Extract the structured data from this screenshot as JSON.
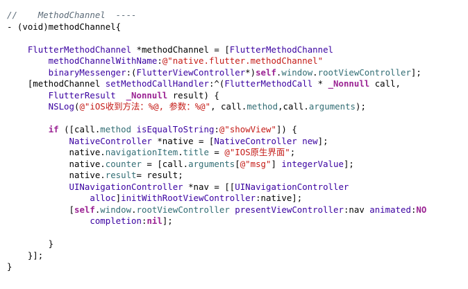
{
  "code": {
    "comment": "//    MethodChannel  ----",
    "method_decl": "- (void)methodChannel{",
    "lines": {
      "l3a": "    FlutterMethodChannel",
      "l3b": " *methodChannel = [",
      "l3c": "FlutterMethodChannel",
      "l4a": "        methodChannelWithName",
      "l4b": ":",
      "l4c": "@\"native.flutter.methodChannel\"",
      "l5a": "        binaryMessenger",
      "l5b": ":(",
      "l5c": "FlutterViewController",
      "l5d": "*)",
      "l5e": "self",
      "l5f": ".",
      "l5g": "window",
      "l5h": ".",
      "l5i": "rootViewController",
      "l5j": "];",
      "l6a": "    [methodChannel ",
      "l6b": "setMethodCallHandler",
      "l6c": ":^(",
      "l6d": "FlutterMethodCall",
      "l6e": " * ",
      "l6f": "_Nonnull",
      "l6g": " call,",
      "l7a": "        FlutterResult",
      "l7b": "  ",
      "l7c": "_Nonnull",
      "l7d": " result) {",
      "l8a": "        NSLog",
      "l8b": "(",
      "l8c": "@\"iOS收到方法：%@, 参数：%@\"",
      "l8d": ", call.",
      "l8e": "method",
      "l8f": ",call.",
      "l8g": "arguments",
      "l8h": ");",
      "l10a": "        ",
      "l10b": "if",
      "l10c": " ([call.",
      "l10d": "method",
      "l10e": " ",
      "l10f": "isEqualToString",
      "l10g": ":",
      "l10h": "@\"showView\"",
      "l10i": "]) {",
      "l11a": "            NativeController",
      "l11b": " *native = [",
      "l11c": "NativeController",
      "l11d": " ",
      "l11e": "new",
      "l11f": "];",
      "l12a": "            native.",
      "l12b": "navigationItem",
      "l12c": ".",
      "l12d": "title",
      "l12e": " = ",
      "l12f": "@\"IOS原生界面\"",
      "l12g": ";",
      "l13a": "            native.",
      "l13b": "counter",
      "l13c": " = [call.",
      "l13d": "arguments",
      "l13e": "[",
      "l13f": "@\"msg\"",
      "l13g": "] ",
      "l13h": "integerValue",
      "l13i": "];",
      "l14a": "            native.",
      "l14b": "result",
      "l14c": "= result;",
      "l15a": "            UINavigationController",
      "l15b": " *nav = [[",
      "l15c": "UINavigationController",
      "l16a": "                alloc",
      "l16b": "]",
      "l16c": "initWithRootViewController",
      "l16d": ":native];",
      "l17a": "            [",
      "l17b": "self",
      "l17c": ".",
      "l17d": "window",
      "l17e": ".",
      "l17f": "rootViewController",
      "l17g": " ",
      "l17h": "presentViewController",
      "l17i": ":nav ",
      "l17j": "animated",
      "l17k": ":",
      "l17l": "NO",
      "l18a": "                completion",
      "l18b": ":",
      "l18c": "nil",
      "l18d": "];",
      "l20": "        }",
      "l21": "    }];",
      "l22": "}"
    },
    "colors": {
      "comment": "#5d6c79",
      "keyword": "#9b2393",
      "type": "#3900a0",
      "string": "#c41a16",
      "property": "#326d74"
    }
  }
}
